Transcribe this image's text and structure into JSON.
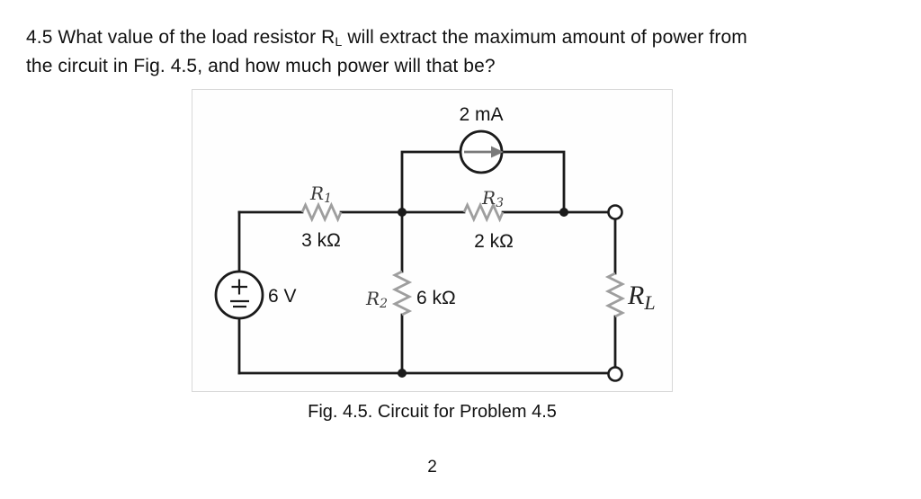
{
  "problem": {
    "line1_before_sub": "4.5 What value of the load resistor R",
    "line1_sub": "L",
    "line1_after_sub": " will extract the maximum amount of power from",
    "line2": "the circuit in Fig. 4.5, and how much power will that be?"
  },
  "figure": {
    "caption": "Fig. 4.5. Circuit for Problem 4.5",
    "current_source": {
      "label": "2 mA"
    },
    "voltage_source": {
      "label": "6 V"
    },
    "resistors": {
      "r1": {
        "symbol": "R",
        "sub": "1",
        "value": "3 kΩ"
      },
      "r3": {
        "symbol": "R",
        "sub": "3",
        "value": "2 kΩ"
      },
      "r2": {
        "symbol": "R",
        "sub": "2",
        "value": "6 kΩ"
      },
      "rl": {
        "symbol": "R",
        "sub": "L"
      }
    }
  },
  "page_number": "2",
  "colors": {
    "wire": "#1b1b1b",
    "resistor": "#9e9e9e",
    "arrow": "#7a7a7a",
    "handwriting": "#3a3a3a",
    "text": "#141414",
    "scan-border": "#d8d8d8"
  }
}
